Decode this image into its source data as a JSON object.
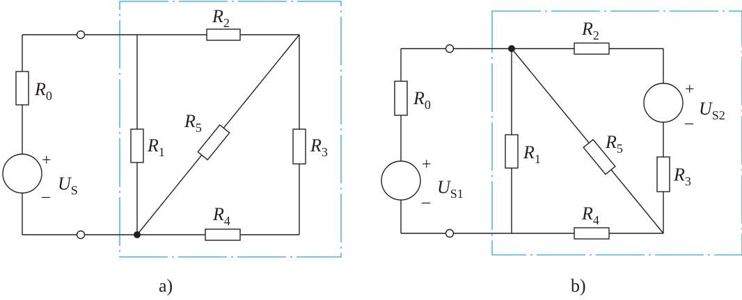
{
  "diagram_a": {
    "caption": "a)",
    "labels": {
      "R0": {
        "main": "R",
        "sub": "0"
      },
      "R1": {
        "main": "R",
        "sub": "1"
      },
      "R2": {
        "main": "R",
        "sub": "2"
      },
      "R3": {
        "main": "R",
        "sub": "3"
      },
      "R4": {
        "main": "R",
        "sub": "4"
      },
      "R5": {
        "main": "R",
        "sub": "5"
      },
      "US": {
        "main": "U",
        "sub": "S"
      }
    },
    "plus": "+",
    "minus": "_"
  },
  "diagram_b": {
    "caption": "b)",
    "labels": {
      "R0": {
        "main": "R",
        "sub": "0"
      },
      "R1": {
        "main": "R",
        "sub": "1"
      },
      "R2": {
        "main": "R",
        "sub": "2"
      },
      "R3": {
        "main": "R",
        "sub": "3"
      },
      "R4": {
        "main": "R",
        "sub": "4"
      },
      "R5": {
        "main": "R",
        "sub": "5"
      },
      "US1": {
        "main": "U",
        "sub": "S1"
      },
      "US2": {
        "main": "U",
        "sub": "S2"
      }
    },
    "plus": "+",
    "minus": "_"
  },
  "colors": {
    "line": "#231f20",
    "box": "#29a9d6"
  }
}
